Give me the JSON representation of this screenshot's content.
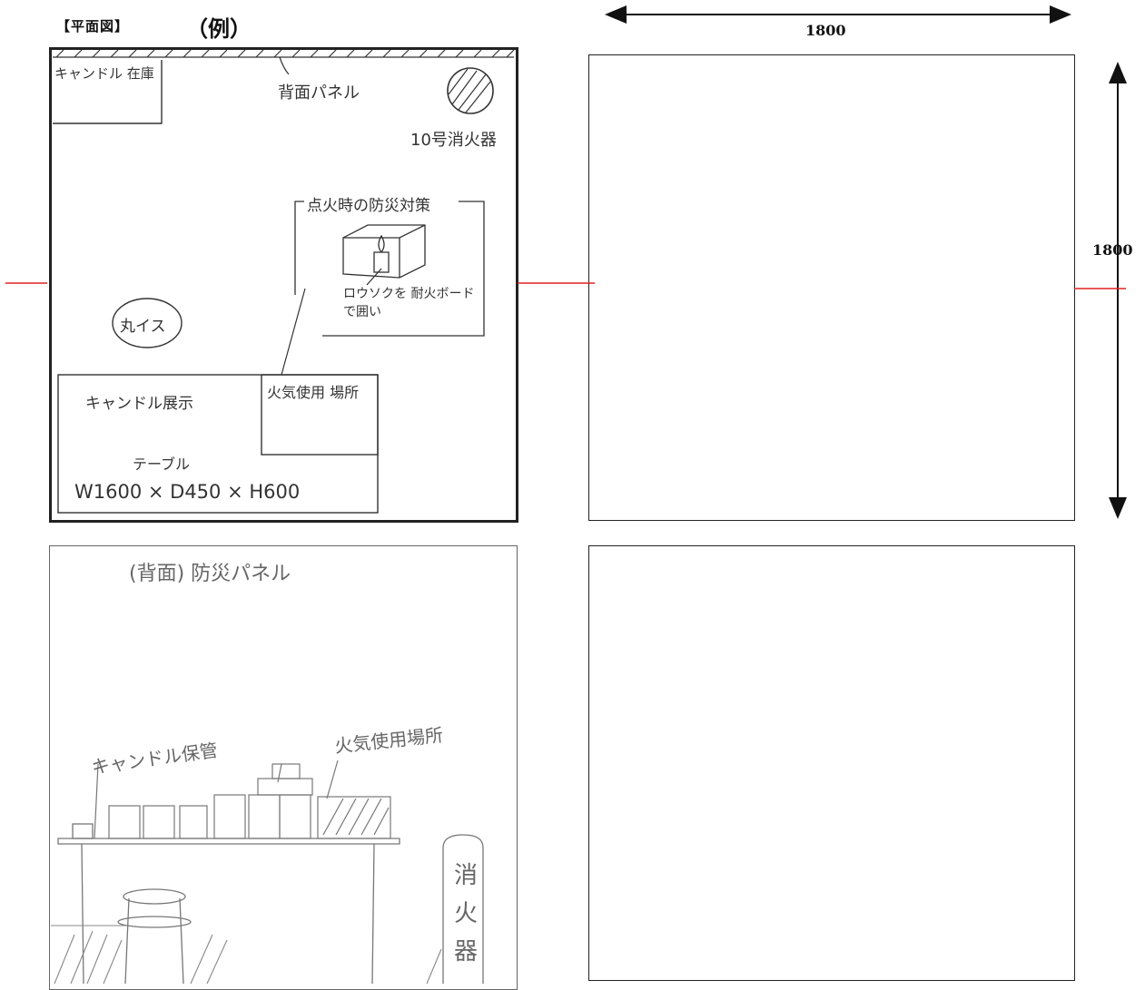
{
  "header": {
    "floor_plan_label": "【平面図】",
    "example_label": "（例）"
  },
  "dimensions": {
    "width_label": "1800",
    "height_label": "1800"
  },
  "plan_sketch": {
    "candle_stock": "キャンドル 在庫",
    "back_panel": "背面パネル",
    "extinguisher": "10号消火器",
    "fire_prevention_title": "点火時の防災対策",
    "candle_enclosure_note": "ロウソクを 耐火ボードで囲い",
    "round_chair": "丸イス",
    "candle_display": "キャンドル展示",
    "fire_use_area": "火気使用 場所",
    "table_label": "テーブル",
    "table_size": "W1600 × D450 × H600"
  },
  "elevation_sketch": {
    "title": "(背面) 防災パネル",
    "candle_storage": "キャンドル保管",
    "fire_use_area": "火気使用場所",
    "extinguisher": "消 火 器"
  },
  "colors": {
    "axis_line": "#e02020",
    "frame": "#222222",
    "pencil": "#555555"
  }
}
